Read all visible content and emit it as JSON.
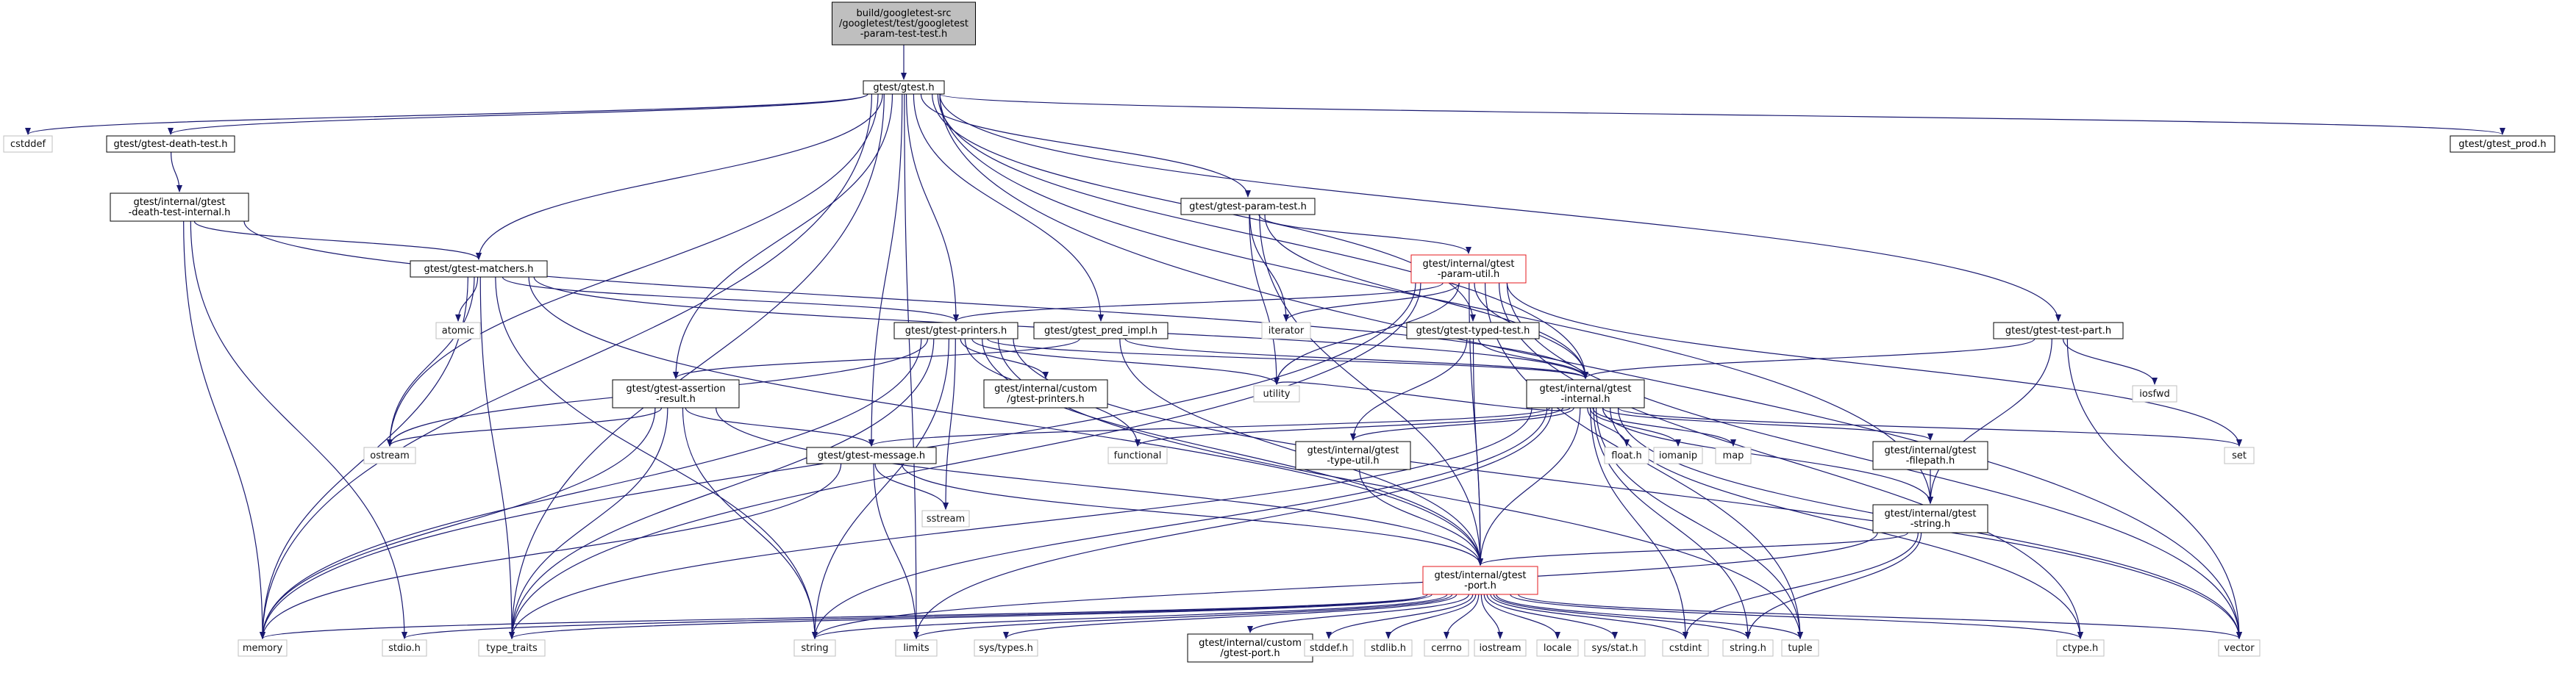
{
  "graph": {
    "colors": {
      "edge": "#191970",
      "root_fill": "#bfbfbf",
      "node_border": "#000000",
      "highlight_border": "#e41a1c",
      "system_border": "#bfbfbf",
      "background": "#ffffff"
    },
    "nodes": [
      {
        "id": "root",
        "lines": [
          "build/googletest-src",
          "/googletest/test/googletest",
          "-param-test-test.h"
        ],
        "style": "root"
      },
      {
        "id": "gtest_h",
        "lines": [
          "gtest/gtest.h"
        ],
        "style": "normal"
      },
      {
        "id": "cstddef",
        "lines": [
          "cstddef"
        ],
        "style": "system"
      },
      {
        "id": "death_test",
        "lines": [
          "gtest/gtest-death-test.h"
        ],
        "style": "normal"
      },
      {
        "id": "death_internal",
        "lines": [
          "gtest/internal/gtest",
          "-death-test-internal.h"
        ],
        "style": "normal"
      },
      {
        "id": "prod",
        "lines": [
          "gtest/gtest_prod.h"
        ],
        "style": "normal"
      },
      {
        "id": "param_test",
        "lines": [
          "gtest/gtest-param-test.h"
        ],
        "style": "normal"
      },
      {
        "id": "param_util",
        "lines": [
          "gtest/internal/gtest",
          "-param-util.h"
        ],
        "style": "highlight"
      },
      {
        "id": "matchers",
        "lines": [
          "gtest/gtest-matchers.h"
        ],
        "style": "normal"
      },
      {
        "id": "atomic",
        "lines": [
          "atomic"
        ],
        "style": "system"
      },
      {
        "id": "printers",
        "lines": [
          "gtest/gtest-printers.h"
        ],
        "style": "normal"
      },
      {
        "id": "pred_impl",
        "lines": [
          "gtest/gtest_pred_impl.h"
        ],
        "style": "normal"
      },
      {
        "id": "typed_test",
        "lines": [
          "gtest/gtest-typed-test.h"
        ],
        "style": "normal"
      },
      {
        "id": "test_part",
        "lines": [
          "gtest/gtest-test-part.h"
        ],
        "style": "normal"
      },
      {
        "id": "iterator",
        "lines": [
          "iterator"
        ],
        "style": "system"
      },
      {
        "id": "iosfwd",
        "lines": [
          "iosfwd"
        ],
        "style": "system"
      },
      {
        "id": "assertion_result",
        "lines": [
          "gtest/gtest-assertion",
          "-result.h"
        ],
        "style": "normal"
      },
      {
        "id": "custom_printers",
        "lines": [
          "gtest/internal/custom",
          "/gtest-printers.h"
        ],
        "style": "normal"
      },
      {
        "id": "utility",
        "lines": [
          "utility"
        ],
        "style": "system"
      },
      {
        "id": "internal",
        "lines": [
          "gtest/internal/gtest",
          "-internal.h"
        ],
        "style": "normal"
      },
      {
        "id": "ostream",
        "lines": [
          "ostream"
        ],
        "style": "system"
      },
      {
        "id": "message",
        "lines": [
          "gtest/gtest-message.h"
        ],
        "style": "normal"
      },
      {
        "id": "functional",
        "lines": [
          "functional"
        ],
        "style": "system"
      },
      {
        "id": "type_util",
        "lines": [
          "gtest/internal/gtest",
          "-type-util.h"
        ],
        "style": "normal"
      },
      {
        "id": "float_h",
        "lines": [
          "float.h"
        ],
        "style": "system"
      },
      {
        "id": "iomanip",
        "lines": [
          "iomanip"
        ],
        "style": "system"
      },
      {
        "id": "map",
        "lines": [
          "map"
        ],
        "style": "system"
      },
      {
        "id": "filepath",
        "lines": [
          "gtest/internal/gtest",
          "-filepath.h"
        ],
        "style": "normal"
      },
      {
        "id": "set",
        "lines": [
          "set"
        ],
        "style": "system"
      },
      {
        "id": "sstream",
        "lines": [
          "sstream"
        ],
        "style": "system"
      },
      {
        "id": "gstring",
        "lines": [
          "gtest/internal/gtest",
          "-string.h"
        ],
        "style": "normal"
      },
      {
        "id": "port",
        "lines": [
          "gtest/internal/gtest",
          "-port.h"
        ],
        "style": "highlight"
      },
      {
        "id": "memory",
        "lines": [
          "memory"
        ],
        "style": "system"
      },
      {
        "id": "stdio_h",
        "lines": [
          "stdio.h"
        ],
        "style": "system"
      },
      {
        "id": "type_traits",
        "lines": [
          "type_traits"
        ],
        "style": "system"
      },
      {
        "id": "string",
        "lines": [
          "string"
        ],
        "style": "system"
      },
      {
        "id": "limits",
        "lines": [
          "limits"
        ],
        "style": "system"
      },
      {
        "id": "sys_types",
        "lines": [
          "sys/types.h"
        ],
        "style": "system"
      },
      {
        "id": "custom_port",
        "lines": [
          "gtest/internal/custom",
          "/gtest-port.h"
        ],
        "style": "normal"
      },
      {
        "id": "stddef_h",
        "lines": [
          "stddef.h"
        ],
        "style": "system"
      },
      {
        "id": "stdlib_h",
        "lines": [
          "stdlib.h"
        ],
        "style": "system"
      },
      {
        "id": "cerrno",
        "lines": [
          "cerrno"
        ],
        "style": "system"
      },
      {
        "id": "iostream",
        "lines": [
          "iostream"
        ],
        "style": "system"
      },
      {
        "id": "locale",
        "lines": [
          "locale"
        ],
        "style": "system"
      },
      {
        "id": "sys_stat",
        "lines": [
          "sys/stat.h"
        ],
        "style": "system"
      },
      {
        "id": "cstdint",
        "lines": [
          "cstdint"
        ],
        "style": "system"
      },
      {
        "id": "string_h",
        "lines": [
          "string.h"
        ],
        "style": "system"
      },
      {
        "id": "tuple",
        "lines": [
          "tuple"
        ],
        "style": "system"
      },
      {
        "id": "ctype_h",
        "lines": [
          "ctype.h"
        ],
        "style": "system"
      },
      {
        "id": "vector",
        "lines": [
          "vector"
        ],
        "style": "system"
      }
    ],
    "edges": [
      [
        "root",
        "gtest_h"
      ],
      [
        "gtest_h",
        "cstddef"
      ],
      [
        "gtest_h",
        "death_test"
      ],
      [
        "gtest_h",
        "prod"
      ],
      [
        "gtest_h",
        "param_test"
      ],
      [
        "gtest_h",
        "matchers"
      ],
      [
        "gtest_h",
        "printers"
      ],
      [
        "gtest_h",
        "pred_impl"
      ],
      [
        "gtest_h",
        "typed_test"
      ],
      [
        "gtest_h",
        "test_part"
      ],
      [
        "gtest_h",
        "assertion_result"
      ],
      [
        "gtest_h",
        "message"
      ],
      [
        "gtest_h",
        "internal"
      ],
      [
        "gtest_h",
        "gstring"
      ],
      [
        "gtest_h",
        "ostream"
      ],
      [
        "gtest_h",
        "memory"
      ],
      [
        "gtest_h",
        "type_traits"
      ],
      [
        "gtest_h",
        "limits"
      ],
      [
        "gtest_h",
        "vector"
      ],
      [
        "death_test",
        "death_internal"
      ],
      [
        "death_internal",
        "matchers"
      ],
      [
        "death_internal",
        "internal"
      ],
      [
        "death_internal",
        "memory"
      ],
      [
        "death_internal",
        "stdio_h"
      ],
      [
        "param_test",
        "param_util"
      ],
      [
        "param_test",
        "internal"
      ],
      [
        "param_test",
        "port"
      ],
      [
        "param_test",
        "iterator"
      ],
      [
        "param_test",
        "utility"
      ],
      [
        "param_util",
        "printers"
      ],
      [
        "param_util",
        "internal"
      ],
      [
        "param_util",
        "port"
      ],
      [
        "param_util",
        "iterator"
      ],
      [
        "param_util",
        "utility"
      ],
      [
        "param_util",
        "memory"
      ],
      [
        "param_util",
        "set"
      ],
      [
        "param_util",
        "tuple"
      ],
      [
        "param_util",
        "type_traits"
      ],
      [
        "param_util",
        "vector"
      ],
      [
        "param_util",
        "ctype_h"
      ],
      [
        "matchers",
        "printers"
      ],
      [
        "matchers",
        "internal"
      ],
      [
        "matchers",
        "port"
      ],
      [
        "matchers",
        "atomic"
      ],
      [
        "matchers",
        "memory"
      ],
      [
        "matchers",
        "ostream"
      ],
      [
        "matchers",
        "string"
      ],
      [
        "matchers",
        "type_traits"
      ],
      [
        "printers",
        "custom_printers"
      ],
      [
        "printers",
        "internal"
      ],
      [
        "printers",
        "port"
      ],
      [
        "printers",
        "functional"
      ],
      [
        "printers",
        "memory"
      ],
      [
        "printers",
        "ostream"
      ],
      [
        "printers",
        "sstream"
      ],
      [
        "printers",
        "string"
      ],
      [
        "printers",
        "tuple"
      ],
      [
        "printers",
        "type_traits"
      ],
      [
        "printers",
        "utility"
      ],
      [
        "printers",
        "vector"
      ],
      [
        "pred_impl",
        "assertion_result"
      ],
      [
        "pred_impl",
        "internal"
      ],
      [
        "pred_impl",
        "port"
      ],
      [
        "typed_test",
        "internal"
      ],
      [
        "typed_test",
        "port"
      ],
      [
        "typed_test",
        "type_util"
      ],
      [
        "test_part",
        "internal"
      ],
      [
        "test_part",
        "gstring"
      ],
      [
        "test_part",
        "iosfwd"
      ],
      [
        "test_part",
        "vector"
      ],
      [
        "assertion_result",
        "message"
      ],
      [
        "assertion_result",
        "port"
      ],
      [
        "assertion_result",
        "memory"
      ],
      [
        "assertion_result",
        "ostream"
      ],
      [
        "assertion_result",
        "string"
      ],
      [
        "assertion_result",
        "type_traits"
      ],
      [
        "internal",
        "message"
      ],
      [
        "internal",
        "filepath"
      ],
      [
        "internal",
        "gstring"
      ],
      [
        "internal",
        "type_util"
      ],
      [
        "internal",
        "port"
      ],
      [
        "internal",
        "float_h"
      ],
      [
        "internal",
        "iomanip"
      ],
      [
        "internal",
        "map"
      ],
      [
        "internal",
        "set"
      ],
      [
        "internal",
        "functional"
      ],
      [
        "internal",
        "limits"
      ],
      [
        "internal",
        "string"
      ],
      [
        "internal",
        "type_traits"
      ],
      [
        "internal",
        "cstdint"
      ],
      [
        "internal",
        "string_h"
      ],
      [
        "internal",
        "tuple"
      ],
      [
        "internal",
        "ctype_h"
      ],
      [
        "internal",
        "vector"
      ],
      [
        "internal",
        "utility"
      ],
      [
        "message",
        "port"
      ],
      [
        "message",
        "sstream"
      ],
      [
        "message",
        "limits"
      ],
      [
        "message",
        "memory"
      ],
      [
        "type_util",
        "port"
      ],
      [
        "filepath",
        "gstring"
      ],
      [
        "gstring",
        "port"
      ],
      [
        "gstring",
        "cstdint"
      ],
      [
        "gstring",
        "string_h"
      ],
      [
        "gstring",
        "string"
      ],
      [
        "port",
        "custom_port"
      ],
      [
        "port",
        "sys_types"
      ],
      [
        "port",
        "stddef_h"
      ],
      [
        "port",
        "stdlib_h"
      ],
      [
        "port",
        "cerrno"
      ],
      [
        "port",
        "iostream"
      ],
      [
        "port",
        "locale"
      ],
      [
        "port",
        "sys_stat"
      ],
      [
        "port",
        "cstdint"
      ],
      [
        "port",
        "string_h"
      ],
      [
        "port",
        "tuple"
      ],
      [
        "port",
        "ctype_h"
      ],
      [
        "port",
        "vector"
      ],
      [
        "port",
        "memory"
      ],
      [
        "port",
        "stdio_h"
      ],
      [
        "port",
        "type_traits"
      ],
      [
        "port",
        "string"
      ],
      [
        "port",
        "limits"
      ]
    ]
  }
}
